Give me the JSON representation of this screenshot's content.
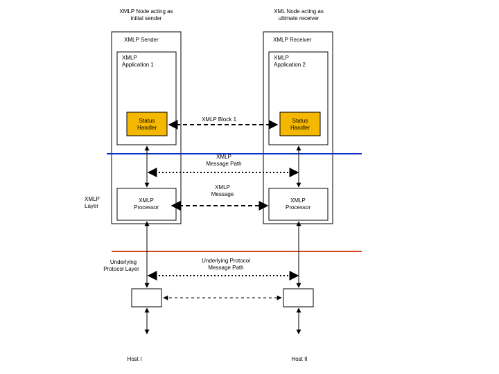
{
  "sender_node": {
    "caption_line1": "XMLP Node acting as",
    "caption_line2": "initial sender",
    "label": "XMLP Sender"
  },
  "receiver_node": {
    "caption_line1": "XML Node acting as",
    "caption_line2": "ultimate receiver",
    "label": "XMLP Receiver"
  },
  "app1": {
    "line1": "XMLP",
    "line2": "Application 1"
  },
  "app2": {
    "line1": "XMLP",
    "line2": "Application 2"
  },
  "handler1": {
    "line1": "Status",
    "line2": "Handler"
  },
  "handler2": {
    "line1": "Status",
    "line2": "Handler"
  },
  "block_label": "XMLP Block 1",
  "message_path": {
    "line1": "XMLP",
    "line2": "Message Path"
  },
  "message": {
    "line1": "XMLP",
    "line2": "Message"
  },
  "processor1": {
    "line1": "XMLP",
    "line2": "Processor"
  },
  "processor2": {
    "line1": "XMLP",
    "line2": "Processor"
  },
  "xmlp_layer": {
    "line1": "XMLP",
    "line2": "Layer"
  },
  "underlying_layer": {
    "line1": "Underlying",
    "line2": "Protocol Layer"
  },
  "underlying_path": {
    "line1": "Underlying Protocol",
    "line2": "Message Path"
  },
  "host1": "Host I",
  "host2": "Host II",
  "colors": {
    "handler_fill": "#f5b800",
    "blue_line": "#0a2fc4",
    "orange_line": "#d2461a"
  }
}
